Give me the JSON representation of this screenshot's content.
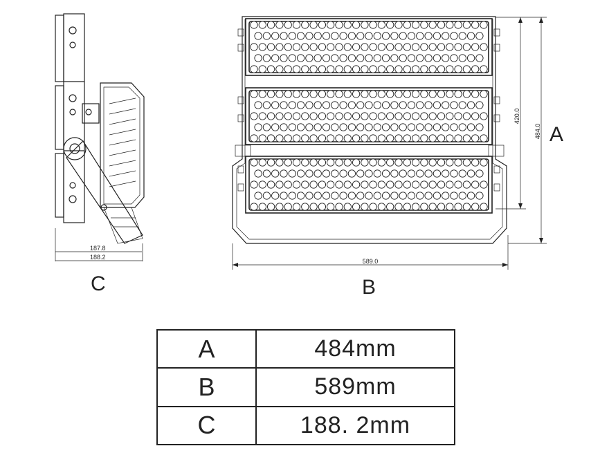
{
  "views": {
    "side": {
      "label": "C",
      "dim_inner": "187.8",
      "dim_outer": "188.2"
    },
    "front": {
      "label_width": "B",
      "label_height": "A",
      "dim_width": "589.0",
      "dim_inner_height": "420.0",
      "dim_height": "484.0"
    }
  },
  "spec_table": {
    "rows": [
      {
        "key": "A",
        "value": "484mm"
      },
      {
        "key": "B",
        "value": "589mm"
      },
      {
        "key": "C",
        "value": "188. 2mm"
      }
    ]
  },
  "icons": [
    "led-module-icon",
    "mounting-bracket-icon",
    "dimension-arrow-icon"
  ]
}
